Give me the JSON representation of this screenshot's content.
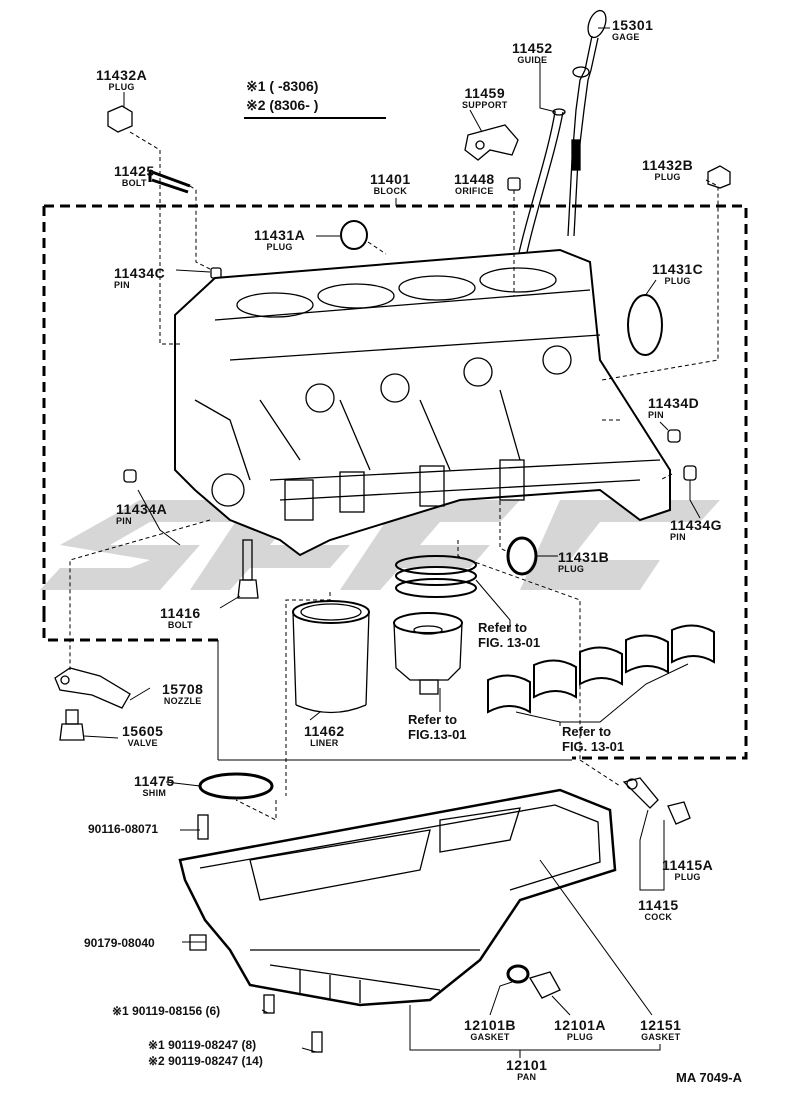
{
  "legend": {
    "line1": "※1 (      -8306)",
    "line2": "※2 (8306-      )"
  },
  "parts": {
    "p15301": {
      "num": "15301",
      "name": "GAGE"
    },
    "p11452": {
      "num": "11452",
      "name": "GUIDE"
    },
    "p11432A": {
      "num": "11432A",
      "name": "PLUG"
    },
    "p11459": {
      "num": "11459",
      "name": "SUPPORT"
    },
    "p11425": {
      "num": "11425",
      "name": "BOLT"
    },
    "p11401": {
      "num": "11401",
      "name": "BLOCK"
    },
    "p11448": {
      "num": "11448",
      "name": "ORIFICE"
    },
    "p11432B": {
      "num": "11432B",
      "name": "PLUG"
    },
    "p11431A": {
      "num": "11431A",
      "name": "PLUG"
    },
    "p11434C": {
      "num": "11434C",
      "name": "PIN"
    },
    "p11431C": {
      "num": "11431C",
      "name": "PLUG"
    },
    "p11434D": {
      "num": "11434D",
      "name": "PIN"
    },
    "p11434A": {
      "num": "11434A",
      "name": "PIN"
    },
    "p11434G": {
      "num": "11434G",
      "name": "PIN"
    },
    "p11431B": {
      "num": "11431B",
      "name": "PLUG"
    },
    "p11416": {
      "num": "11416",
      "name": "BOLT"
    },
    "p15708": {
      "num": "15708",
      "name": "NOZZLE"
    },
    "p15605": {
      "num": "15605",
      "name": "VALVE"
    },
    "p11462": {
      "num": "11462",
      "name": "LINER"
    },
    "p11475": {
      "num": "11475",
      "name": "SHIM"
    },
    "p11415A": {
      "num": "11415A",
      "name": "PLUG"
    },
    "p11415": {
      "num": "11415",
      "name": "COCK"
    },
    "p12101B": {
      "num": "12101B",
      "name": "GASKET"
    },
    "p12101A": {
      "num": "12101A",
      "name": "PLUG"
    },
    "p12151": {
      "num": "12151",
      "name": "GASKET"
    },
    "p12101": {
      "num": "12101",
      "name": "PAN"
    }
  },
  "refs": {
    "r1": "Refer to\nFIG. 13-01",
    "r2": "Refer to\nFIG.13-01",
    "r3": "Refer to\nFIG. 13-01"
  },
  "codes": {
    "c1": "90116-08071",
    "c2": "90179-08040",
    "c3": "※1 90119-08156 (6)",
    "c4": "※1 90119-08247 (8)",
    "c5": "※2 90119-08247 (14)"
  },
  "figure_id": "MA 7049-A"
}
